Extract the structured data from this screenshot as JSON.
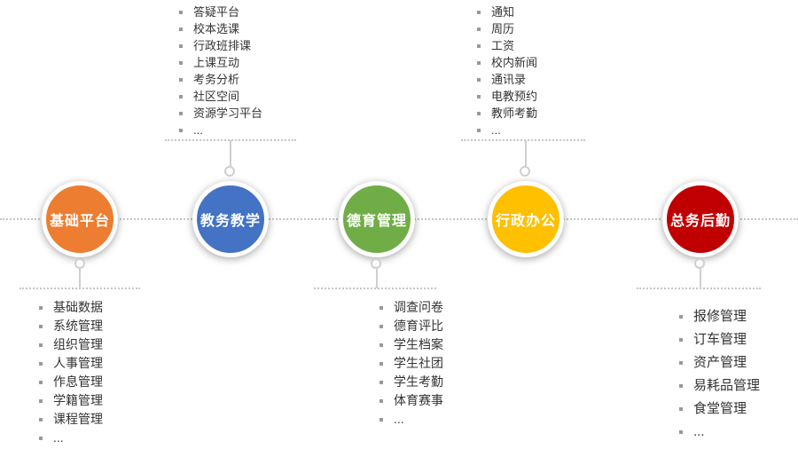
{
  "diagram": {
    "axis_color": "#c6c6c6",
    "groups": [
      {
        "label": "基础平台",
        "color": "#ED7D31",
        "side": "bottom",
        "items": [
          "基础数据",
          "系统管理",
          "组织管理",
          "人事管理",
          "作息管理",
          "学籍管理",
          "课程管理",
          "..."
        ]
      },
      {
        "label": "教务教学",
        "color": "#4472C4",
        "side": "top",
        "items": [
          "答疑平台",
          "校本选课",
          "行政班排课",
          "上课互动",
          "考务分析",
          "社区空间",
          "资源学习平台",
          "..."
        ]
      },
      {
        "label": "德育管理",
        "color": "#70AD47",
        "side": "bottom",
        "items": [
          "调查问卷",
          "德育评比",
          "学生档案",
          "学生社团",
          "学生考勤",
          "体育赛事",
          "..."
        ]
      },
      {
        "label": "行政办公",
        "color": "#FFC000",
        "side": "top",
        "items": [
          "通知",
          "周历",
          "工资",
          "校内新闻",
          "通讯录",
          "电教预约",
          "教师考勤",
          "..."
        ]
      },
      {
        "label": "总务后勤",
        "color": "#C00000",
        "side": "bottom",
        "items": [
          "报修管理",
          "订车管理",
          "资产管理",
          "易耗品管理",
          "食堂管理",
          "..."
        ]
      }
    ]
  }
}
